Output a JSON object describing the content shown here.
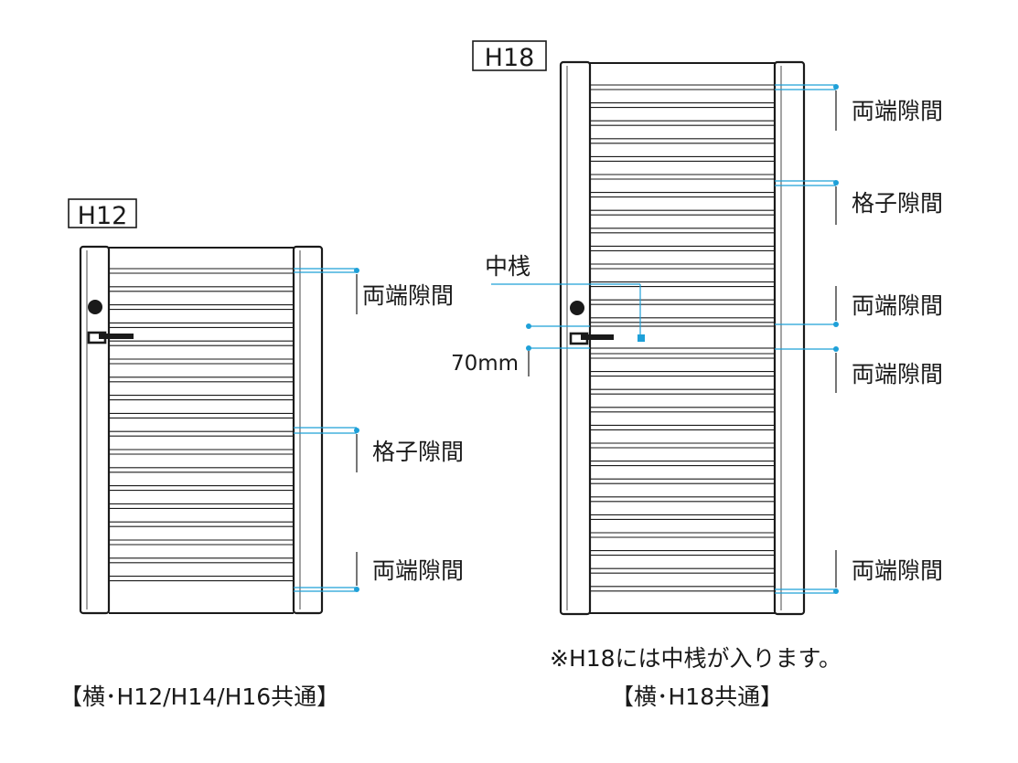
{
  "colors": {
    "line": "#1a1a1a",
    "dimension": "#1ea0d8",
    "background": "#ffffff"
  },
  "gate_small": {
    "tag": "H12",
    "gap_ends_top": "両端隙間",
    "gap_lattice": "格子隙間",
    "gap_ends_bottom": "両端隙間",
    "caption": "【横･H12/H14/H16共通】"
  },
  "gate_large": {
    "tag": "H18",
    "gap_ends_top": "両端隙間",
    "gap_lattice": "格子隙間",
    "middle_bar": "中桟",
    "gap_ends_mid_upper": "両端隙間",
    "gap_ends_mid_lower": "両端隙間",
    "gap_ends_bottom": "両端隙間",
    "offset": "70mm",
    "note": "※H18には中桟が入ります。",
    "caption": "【横･H18共通】"
  }
}
